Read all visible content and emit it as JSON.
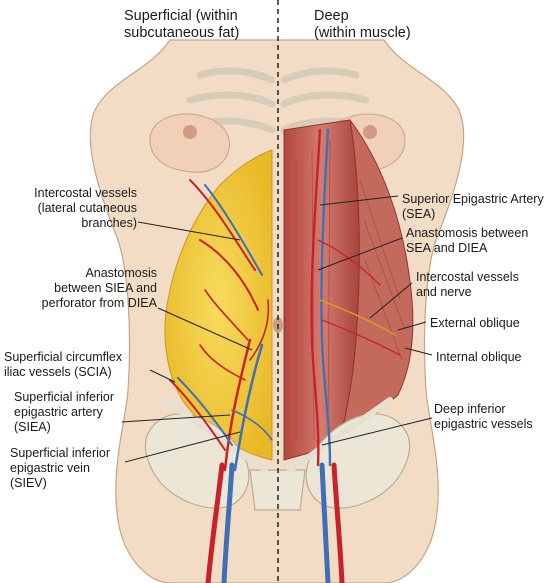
{
  "headers": {
    "left": "Superficial (within\nsubcutaneous fat)",
    "right": "Deep\n(within muscle)"
  },
  "labels": {
    "intercostal_lateral": "Intercostal vessels\n(lateral cutaneous\nbranches)",
    "anastomosis_siea": "Anastomosis\nbetween SIEA and\nperforator from DIEA",
    "scia": "Superficial circumflex\niliac vessels (SCIA)",
    "siea": "Superficial inferior\nepigastric artery\n(SIEA)",
    "siev": "Superficial inferior\nepigastric vein\n(SIEV)",
    "sea": "Superior Epigastric Artery\n(SEA)",
    "anastomosis_sea_diea": "Anastomosis between\nSEA and DIEA",
    "intercostal_nerve": "Intercostal vessels\nand nerve",
    "external_oblique": "External oblique",
    "internal_oblique": "Internal oblique",
    "deep_inferior": "Deep inferior\nepigastric vessels"
  },
  "colors": {
    "skin": "#f3dcc6",
    "skin_shadow": "#d9b69a",
    "fat": "#f2c93a",
    "muscle": "#c8655a",
    "artery": "#c8232c",
    "vein": "#3f6fb6",
    "bone": "#e9e4d6"
  }
}
